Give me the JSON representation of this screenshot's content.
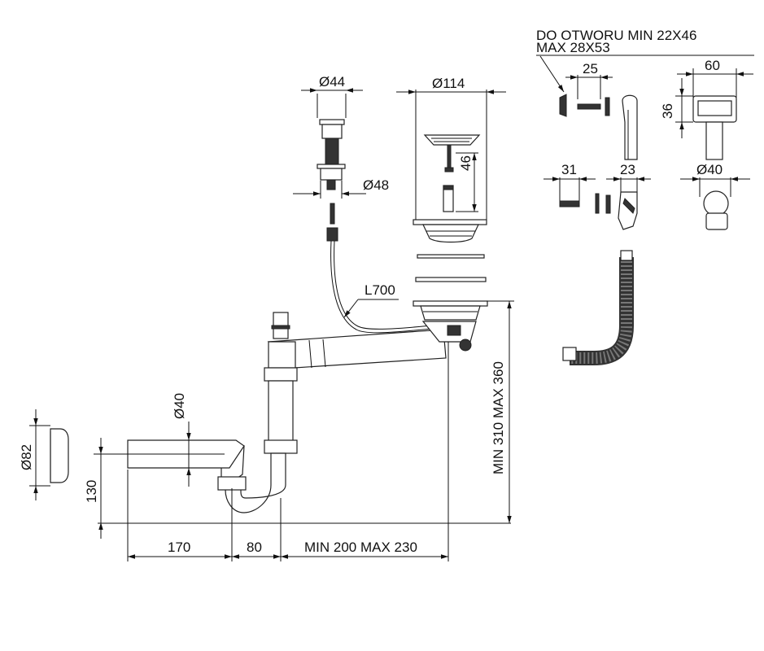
{
  "drawing": {
    "note_line1": "DO OTWORU MIN 22X46",
    "note_line2": "MAX 28X53",
    "dims": {
      "plug_head_dia": "Ø44",
      "plug_base_dia": "Ø48",
      "strainer_dia": "Ø114",
      "stem_len": "46",
      "cable_len": "L700",
      "slot_width": "25",
      "overflow_width": "60",
      "overflow_height": "36",
      "screw_len": "31",
      "elbow_width": "23",
      "overflow_pipe_dia": "Ø40",
      "pipe_dia": "Ø40",
      "cap_dia": "Ø82",
      "outlet_height": "130",
      "outlet_len": "170",
      "trap_offset": "80",
      "trap_span": "MIN 200 MAX 230",
      "trap_height": "MIN 310 MAX 360"
    }
  }
}
